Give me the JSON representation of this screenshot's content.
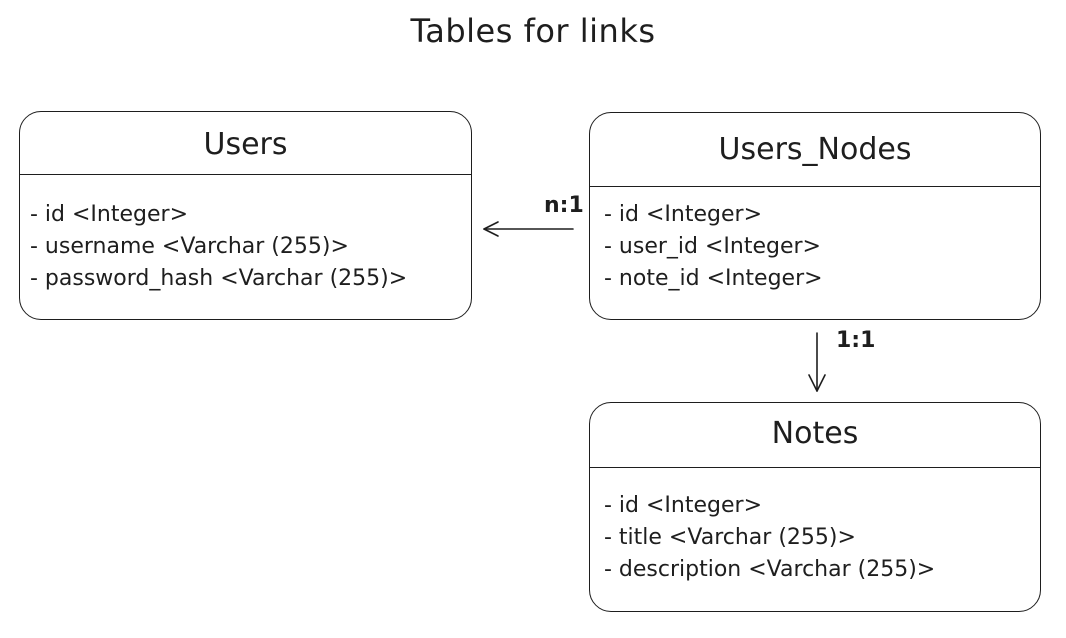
{
  "diagram": {
    "title": "Tables for links",
    "tables": [
      {
        "name": "Users",
        "fields": [
          "- id <Integer>",
          "- username <Varchar (255)>",
          "- password_hash <Varchar (255)>"
        ]
      },
      {
        "name": "Users_Nodes",
        "fields": [
          "- id <Integer>",
          "- user_id <Integer>",
          "- note_id <Integer>"
        ]
      },
      {
        "name": "Notes",
        "fields": [
          "- id <Integer>",
          "- title <Varchar (255)>",
          "- description <Varchar (255)>"
        ]
      }
    ],
    "relations": [
      {
        "from": "Users_Nodes",
        "to": "Users",
        "label": "n:1"
      },
      {
        "from": "Users_Nodes",
        "to": "Notes",
        "label": "1:1"
      }
    ],
    "stroke_color": "#1e1e1e",
    "background_color": "#ffffff"
  }
}
